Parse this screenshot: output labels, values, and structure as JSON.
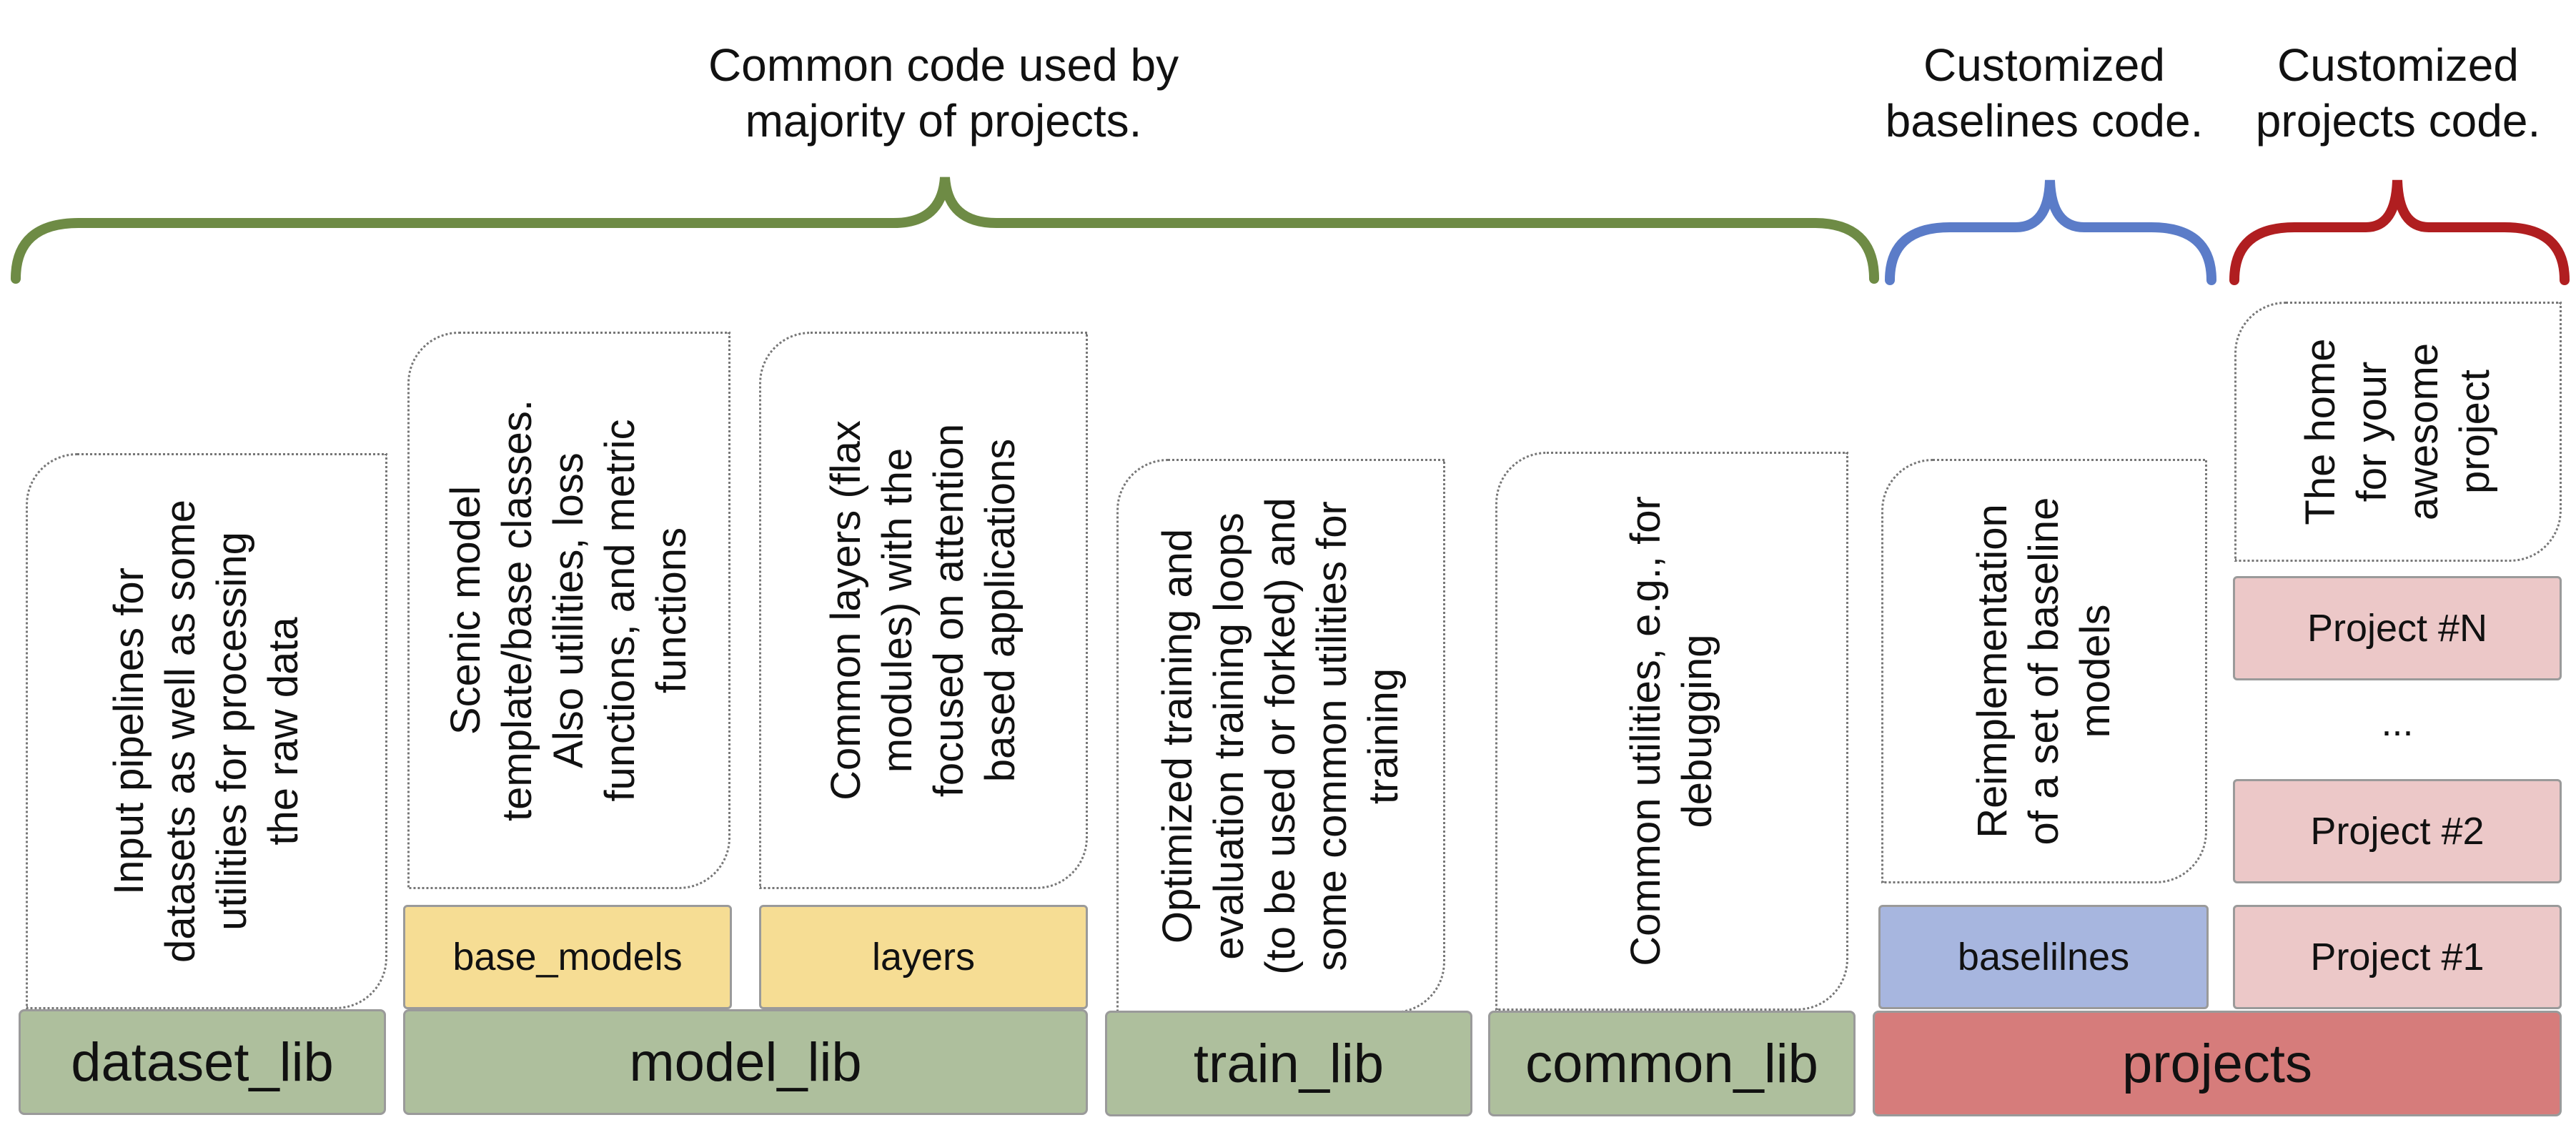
{
  "headers": {
    "common": "Common code used by majority of projects.",
    "baselines": "Customized baselines code.",
    "projects": "Customized projects code."
  },
  "colors": {
    "brace_common": "#6e8b45",
    "brace_baselines": "#5b7cc8",
    "brace_projects": "#b01e20",
    "lib_green": "#aebf9d",
    "module_yellow": "#f6dd94",
    "baselines_blue": "#a7b6df",
    "project_pink": "#ecc8c8",
    "projects_red": "#d67c7b"
  },
  "descriptions": {
    "dataset_lib": "Input pipelines for datasets as well as some utilities for processing the raw data",
    "base_models": "Scenic model template/base classes. Also utilities, loss functions, and metric functions",
    "layers": "Common layers (flax modules) with the focused on attention based applications",
    "train_lib": "Optimized training and evaluation training loops (to be used or forked) and some common utilities for training",
    "common_lib": "Common utilities, e.g., for debugging",
    "baselines": "Reimplementation of a set of baseline models",
    "projects": "The home for your awesome project"
  },
  "modules": {
    "base_models": "base_models",
    "layers": "layers",
    "baselines": "baselilnes",
    "project_n": "Project #N",
    "ellipsis": "...",
    "project_2": "Project #2",
    "project_1": "Project #1"
  },
  "libs": {
    "dataset_lib": "dataset_lib",
    "model_lib": "model_lib",
    "train_lib": "train_lib",
    "common_lib": "common_lib",
    "projects": "projects"
  }
}
